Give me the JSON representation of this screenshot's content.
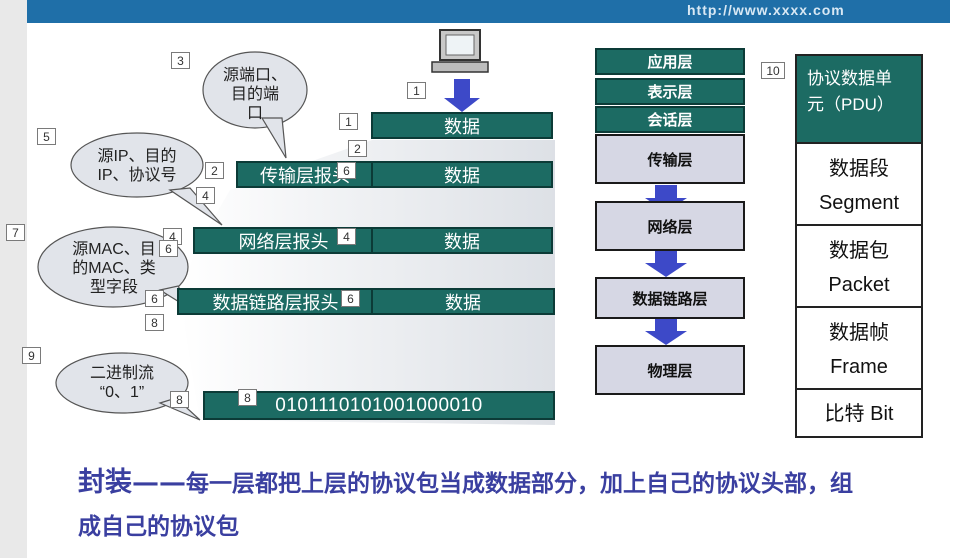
{
  "header": {
    "url_text": "http://www.xxxx.com"
  },
  "stack": {
    "data_label": "数据",
    "transport_header": "传输层报头",
    "network_header": "网络层报头",
    "datalink_header": "数据链路层报头",
    "bits": "0101110101001000010"
  },
  "callouts": {
    "port": [
      "源端口、",
      "目的端",
      "口"
    ],
    "ip": [
      "源IP、目的",
      "IP、协议号"
    ],
    "mac": [
      "源MAC、目",
      "的MAC、类",
      "型字段"
    ],
    "binary": [
      "二进制流",
      "“0、1”"
    ]
  },
  "markers": [
    "1",
    "1",
    "2",
    "2",
    "3",
    "4",
    "4",
    "4",
    "5",
    "6",
    "6",
    "6",
    "6",
    "7",
    "8",
    "8",
    "8",
    "9",
    "10"
  ],
  "layers": [
    "应用层",
    "表示层",
    "会话层",
    "传输层",
    "网络层",
    "数据链路层",
    "物理层"
  ],
  "pdu": {
    "head": [
      "协议数据单",
      "元（PDU）"
    ],
    "segment": [
      "数据段",
      "Segment"
    ],
    "packet": [
      "数据包",
      "Packet"
    ],
    "frame": [
      "数据帧",
      "Frame"
    ],
    "bit": "比特 Bit"
  },
  "caption": {
    "lead": "封装——",
    "line1": "每一层都把上层的协议包当成数据部分，加上自己的协议头部，组",
    "line2": "成自己的协议包"
  },
  "colors": {
    "bar": "#1c6b63",
    "arrow": "#3d49c8",
    "band": "#1f6fa8",
    "layer_gray": "#d6d7e4",
    "caption": "#3a3fa0"
  }
}
